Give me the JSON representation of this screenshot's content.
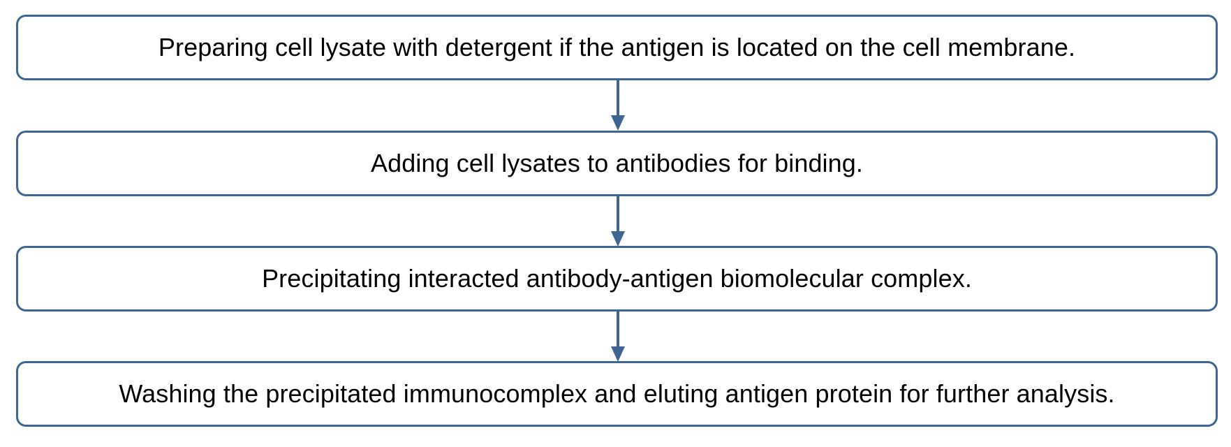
{
  "diagram": {
    "steps": [
      {
        "label": "Preparing cell lysate with detergent if the antigen is located on the cell membrane."
      },
      {
        "label": "Adding cell lysates to antibodies for binding."
      },
      {
        "label": "Precipitating interacted antibody-antigen biomolecular complex."
      },
      {
        "label": "Washing the precipitated immunocomplex and eluting antigen protein for further analysis."
      }
    ],
    "colors": {
      "box_border": "#3f6593",
      "arrow": "#3f6593",
      "text": "#000000",
      "background": "#ffffff"
    }
  }
}
